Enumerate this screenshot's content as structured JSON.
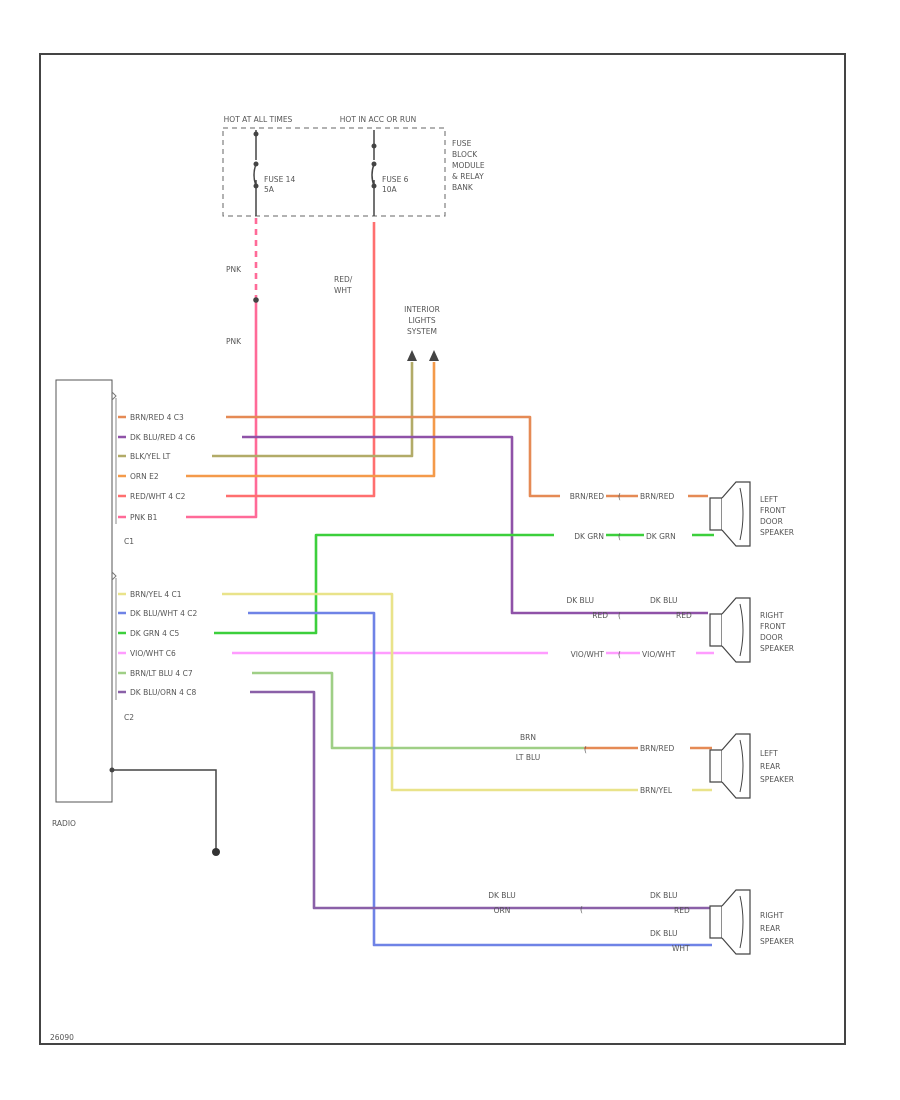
{
  "colors": {
    "wire_brn_red": "#e58a55",
    "wire_dk_blu_red": "#8f52a8",
    "wire_blk_yel_lt": "#b2ab68",
    "wire_orn": "#f49a4a",
    "wire_red_wht": "#ff6f6f",
    "wire_pnk": "#ff6a98",
    "wire_brn_yel": "#e9e38a",
    "wire_dk_blu_wht": "#6f83e6",
    "wire_dk_grn": "#3ccf3c",
    "wire_vio_wht": "#ff9cff",
    "wire_brn_lt_blu": "#9fcf86",
    "wire_dk_blu_orn": "#8a60a8"
  },
  "fuse_block": {
    "hot_at_all_times": "HOT AT ALL TIMES",
    "hot_in_acc_or_run": "HOT IN ACC OR RUN",
    "fuse_14": "FUSE 14",
    "fuse_14_rating": "5A",
    "fuse_6": "FUSE 6",
    "fuse_6_rating": "10A",
    "label_line1": "FUSE",
    "label_line2": "BLOCK",
    "label_line3": "MODULE",
    "label_line4": "& RELAY",
    "label_line5": "BANK"
  },
  "wires_top": {
    "pnk_upper": "PNK",
    "pnk_lower": "PNK",
    "red_wht_line1": "RED/",
    "red_wht_line2": "WHT"
  },
  "interior_lights": {
    "line1": "INTERIOR",
    "line2": "LIGHTS",
    "line3": "SYSTEM"
  },
  "radio": {
    "name": "RADIO",
    "connector_c1": "C1",
    "connector_c2": "C2",
    "c1_pins": [
      "BRN/RED  4 C3",
      "DK BLU/RED  4 C6",
      "BLK/YEL  LT",
      "ORN  E2",
      "RED/WHT  4 C2",
      "PNK  B1"
    ],
    "c2_pins": [
      "BRN/YEL  4 C1",
      "DK BLU/WHT  4 C2",
      "DK GRN  4 C5",
      "VIO/WHT  C6",
      "BRN/LT BLU  4 C7",
      "DK BLU/ORN  4 C8"
    ]
  },
  "speakers": {
    "left_front": {
      "line1": "LEFT",
      "line2": "FRONT",
      "line3": "DOOR",
      "line4": "SPEAKER",
      "wire_a_in": "BRN/RED",
      "wire_a_out": "BRN/RED",
      "wire_b_in": "DK GRN",
      "wire_b_out": "DK GRN"
    },
    "right_front": {
      "line1": "RIGHT",
      "line2": "FRONT",
      "line3": "DOOR",
      "line4": "SPEAKER",
      "wire_a_in_1": "DK BLU",
      "wire_a_in_2": "RED",
      "wire_a_out_1": "DK BLU",
      "wire_a_out_2": "RED",
      "wire_b_in": "VIO/WHT",
      "wire_b_out": "VIO/WHT"
    },
    "left_rear": {
      "line1": "LEFT",
      "line2": "REAR",
      "line3": "SPEAKER",
      "wire_a_in_1": "BRN",
      "wire_a_in_2": "LT BLU",
      "wire_a_out": "BRN/RED",
      "wire_b_out": "BRN/YEL"
    },
    "right_rear": {
      "line1": "RIGHT",
      "line2": "REAR",
      "line3": "SPEAKER",
      "wire_a_in_1": "DK BLU",
      "wire_a_in_2": "ORN",
      "wire_a_out_1": "DK BLU",
      "wire_a_out_2": "RED",
      "wire_b_out_1": "DK BLU",
      "wire_b_out_2": "WHT"
    }
  },
  "figure_id": "26090"
}
